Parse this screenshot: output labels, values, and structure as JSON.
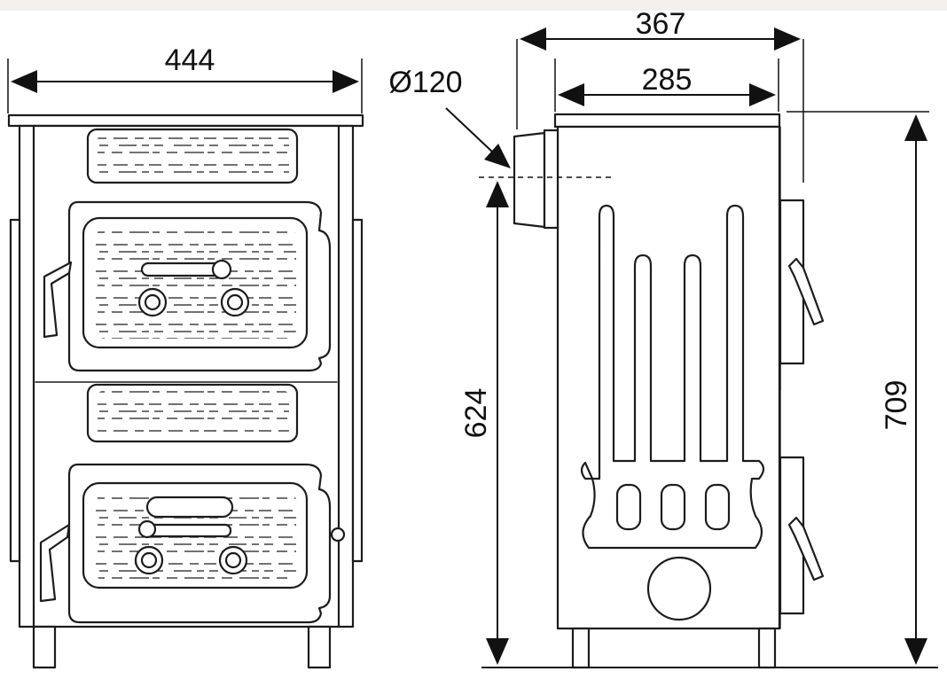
{
  "dimensions": {
    "front_width": "444",
    "side_depth_overall": "367",
    "side_depth_body": "285",
    "flue_diameter": "Ø120",
    "flue_height": "624",
    "total_height": "709"
  },
  "views": [
    "front-view",
    "side-view"
  ],
  "colors": {
    "line": "#1c1c1c",
    "background": "#ffffff",
    "top_band": "#f4efec"
  }
}
